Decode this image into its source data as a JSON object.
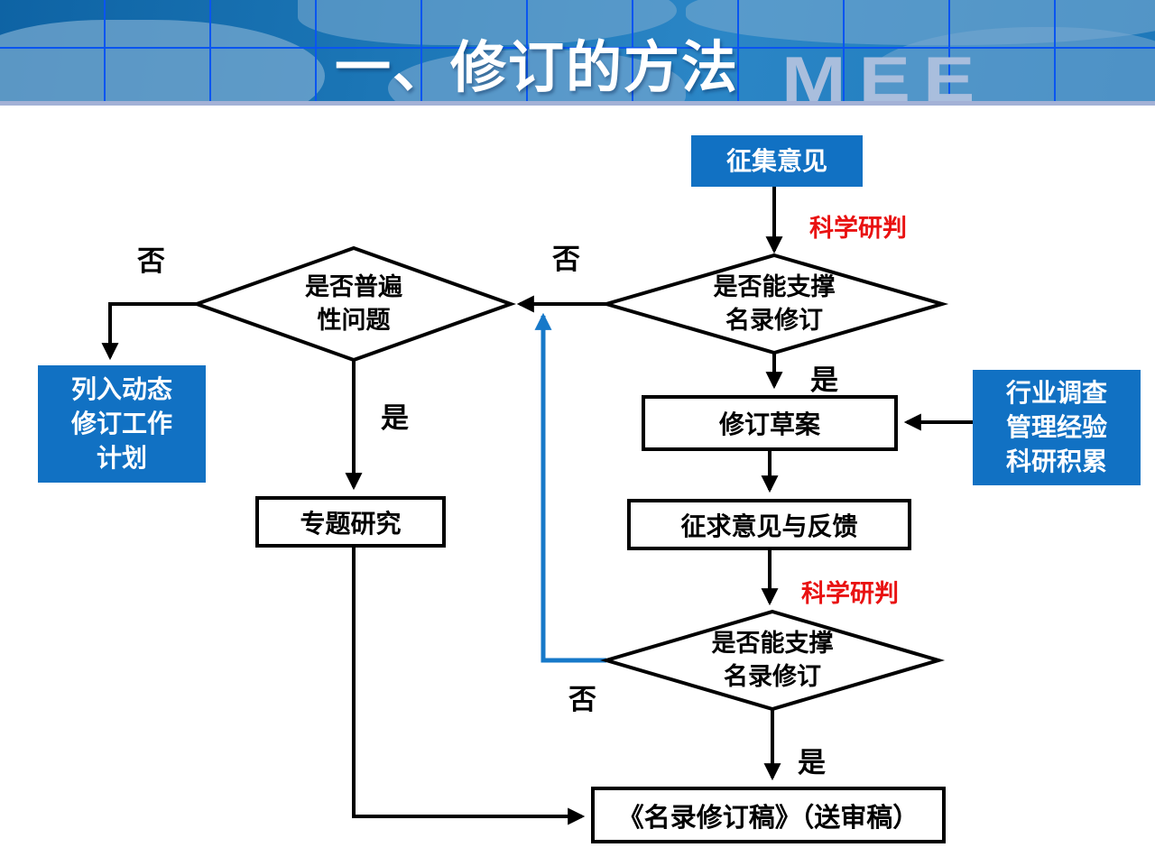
{
  "header": {
    "title": "一、修订的方法",
    "watermark": "MEE"
  },
  "colors": {
    "node_blue": "#1171c3",
    "outline_black": "#000000",
    "label_red": "#e91212",
    "feedback_loop_blue": "#1779c9",
    "header_blue": "#1a74b4",
    "grid_line_blue": "#0a55f0",
    "watermark_blue": "#a9bedd"
  },
  "nodes": {
    "collect": {
      "label": "征集意见"
    },
    "diamond_support_top": {
      "label": "是否能支撑\n名录修订"
    },
    "diamond_common_issue": {
      "label": "是否普遍\n性问题"
    },
    "plan": {
      "label": "列入动态\n修订工作\n计划"
    },
    "research": {
      "label": "专题研究"
    },
    "draft": {
      "label": "修订草案"
    },
    "sources": {
      "label": "行业调查\n管理经验\n科研积累"
    },
    "feedback": {
      "label": "征求意见与反馈"
    },
    "diamond_support_bottom": {
      "label": "是否能支撑\n名录修订"
    },
    "final": {
      "label": "《名录修订稿》（送审稿）"
    }
  },
  "edge_labels": {
    "judge_top": "科学研判",
    "judge_bottom": "科学研判",
    "no_top": "否",
    "no_left": "否",
    "no_bottom": "否",
    "yes_draft": "是",
    "yes_research": "是",
    "yes_final": "是"
  }
}
